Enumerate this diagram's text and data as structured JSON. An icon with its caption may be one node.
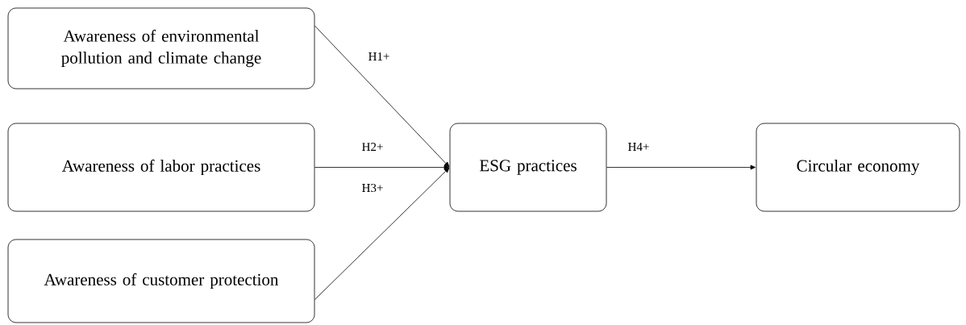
{
  "diagram": {
    "nodes": [
      {
        "text": [
          "Awareness of environmental pollution and climate change"
        ]
      },
      {
        "text": [
          "Awareness of labor practices"
        ]
      },
      {
        "text": [
          "Awareness of customer protection"
        ]
      },
      {
        "text": [
          "ESG practices"
        ]
      },
      {
        "text": [
          "Circular economy"
        ]
      }
    ],
    "edges": [
      {
        "from": 0,
        "to": 3,
        "arrow": "to",
        "label": "H1+"
      },
      {
        "from": 1,
        "to": 3,
        "arrow": "to",
        "label": "H2+"
      },
      {
        "from": 2,
        "to": 3,
        "arrow": "to",
        "label": "H3+"
      },
      {
        "from": 3,
        "to": 4,
        "arrow": "to",
        "label": "H4+"
      }
    ]
  }
}
